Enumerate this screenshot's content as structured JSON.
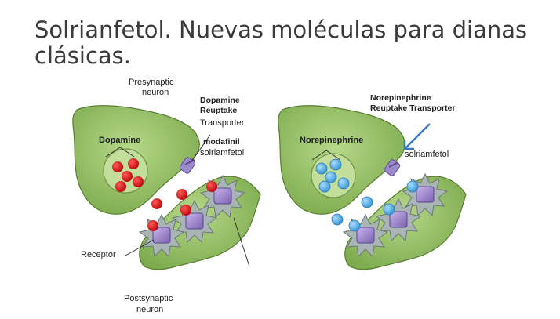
{
  "slide": {
    "title": "Solrianfetol. Nuevas moléculas para dianas clásicas."
  },
  "left_panel": {
    "presynaptic_line1": "Presynaptic",
    "presynaptic_line2": "neuron",
    "neurotransmitter": "Dopamine",
    "transporter_line1": "Dopamine",
    "transporter_line2": "Reuptake",
    "transporter_line3": "Transporter",
    "drug1": "modafinil",
    "drug2": "solriamfetol",
    "receptor": "Receptor",
    "postsynaptic_line1": "Postsynaptic",
    "postsynaptic_line2": "neuron"
  },
  "right_panel": {
    "neurotransmitter": "Norepinephrine",
    "transporter_line1": "Norepinephrine",
    "transporter_line2": "Reuptake Transporter",
    "drug": "solriamfetol"
  },
  "colors": {
    "neuron_fill": "#9cc46a",
    "neuron_stroke": "#4f7a2a",
    "vesicle_fill": "#b9d68e",
    "dopamine": "#d9121a",
    "norepinephrine": "#5cb6e8",
    "receptor": "#a88fd2",
    "receptor_star": "#a9b3b3",
    "arrow": "#3b78c8"
  }
}
